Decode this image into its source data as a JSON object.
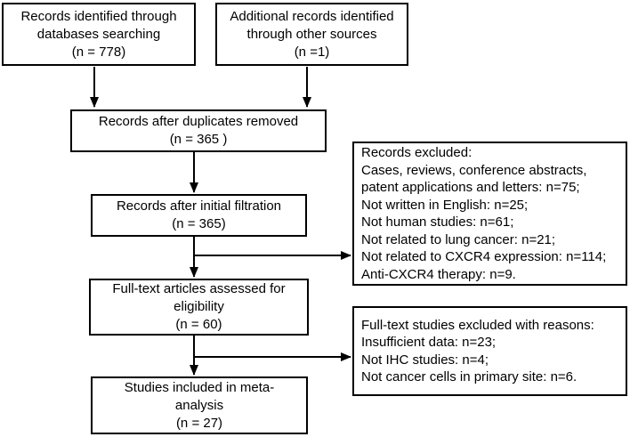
{
  "flowchart": {
    "boxes": {
      "databases": "Records identified through\ndatabases searching\n(n = 778)",
      "other_sources": "Additional records identified\nthrough other sources\n(n =1)",
      "duplicates_removed": "Records after duplicates removed\n(n = 365 )",
      "initial_filtration": "Records after initial filtration\n(n = 365)",
      "records_excluded": "Records excluded:\nCases, reviews, conference abstracts,\npatent applications and letters: n=75;\nNot written in English: n=25;\nNot human studies: n=61;\nNot related to lung cancer: n=21;\nNot related to CXCR4 expression: n=114;\nAnti-CXCR4 therapy: n=9.",
      "fulltext_assessed": "Full-text articles assessed for\neligibility\n(n = 60)",
      "fulltext_excluded": "Full-text studies excluded with reasons:\nInsufficient data: n=23;\nNot IHC studies: n=4;\nNot cancer cells in primary site: n=6.",
      "included": "Studies included in meta-\nanalysis\n(n = 27)"
    }
  },
  "colors": {
    "border": "#000000",
    "background": "#ffffff",
    "text": "#000000"
  }
}
